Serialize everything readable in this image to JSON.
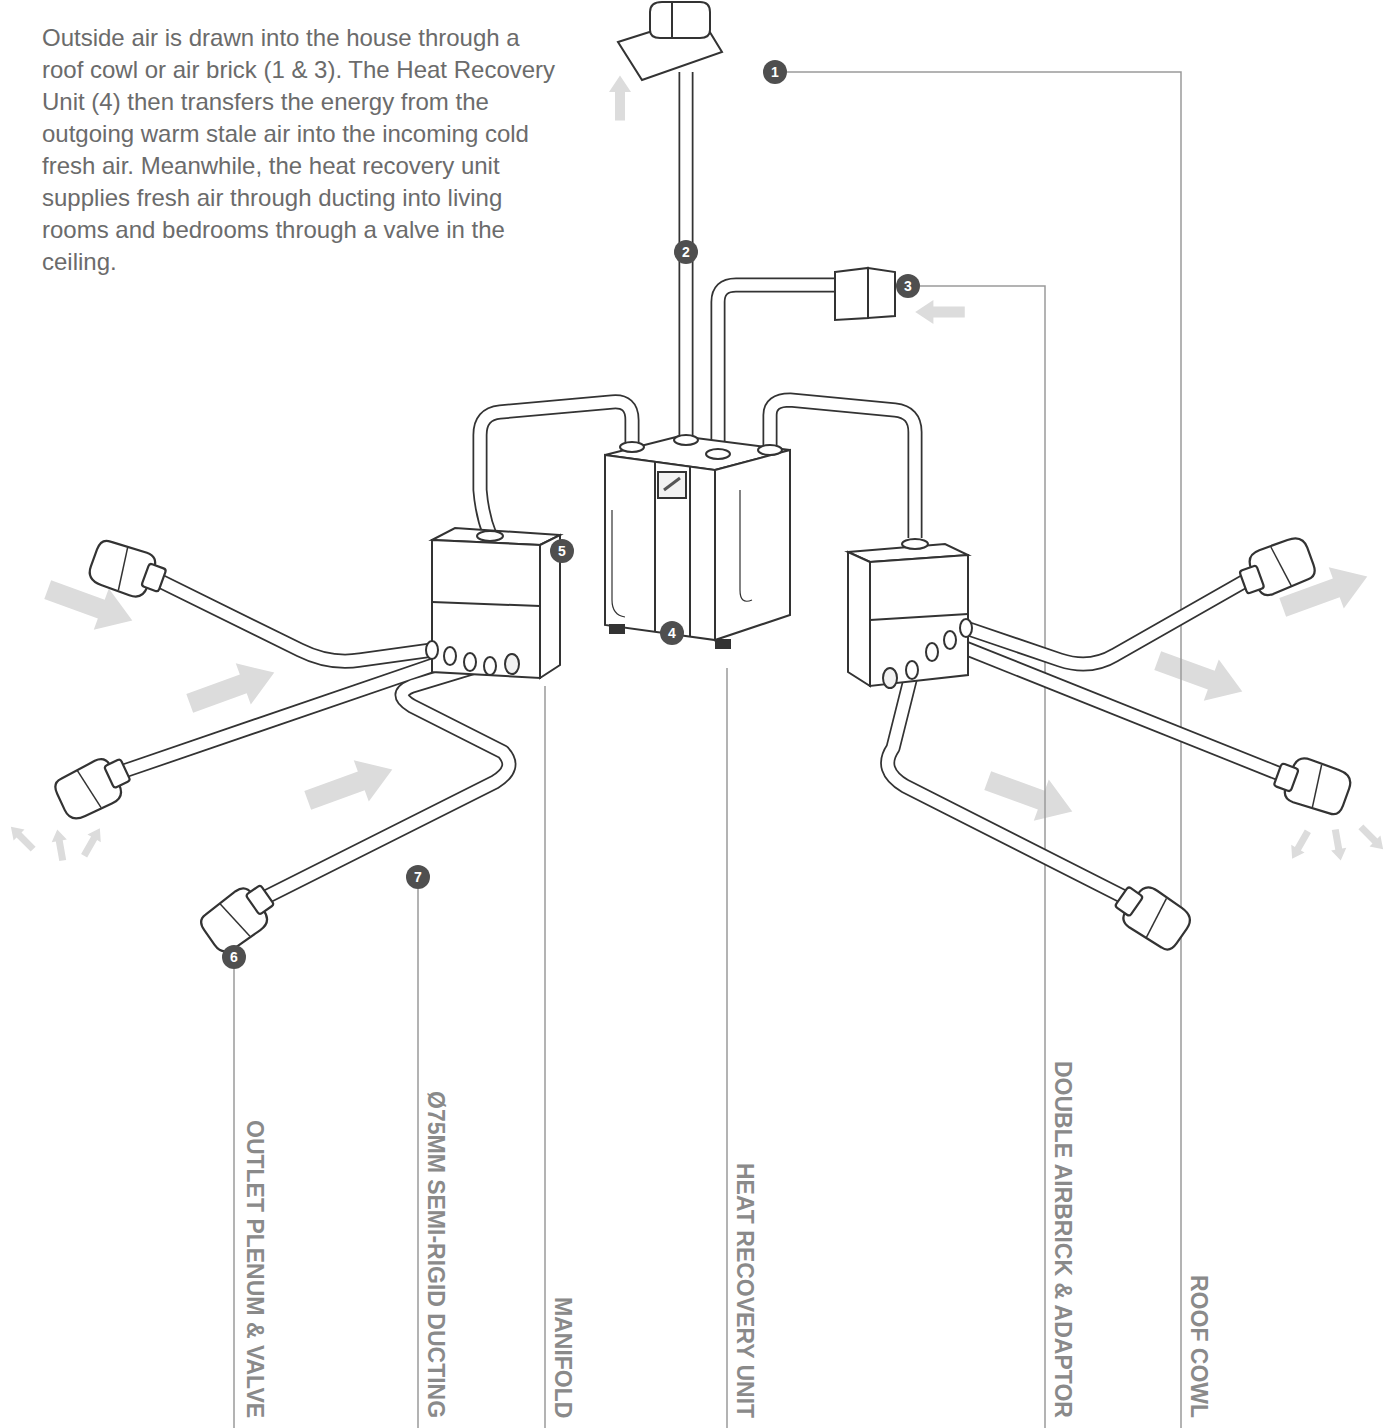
{
  "diagram": {
    "caption": "Outside air is drawn into the house through a roof cowl or air brick (1 & 3). The Heat Recovery Unit (4) then transfers the energy from the outgoing warm stale air into the incoming cold fresh air. Meanwhile, the heat recovery unit supplies fresh air through ducting into living rooms and bedrooms through a valve in the ceiling.",
    "nodes": [
      {
        "text": [
          "1"
        ]
      },
      {
        "text": [
          "2"
        ]
      },
      {
        "text": [
          "3"
        ]
      },
      {
        "text": [
          "4"
        ]
      },
      {
        "text": [
          "5"
        ]
      },
      {
        "text": [
          "6"
        ]
      },
      {
        "text": [
          "7"
        ]
      }
    ],
    "labels": [
      "OUTLET PLENUM & VALVE",
      "Ø75MM SEMI-RIGID DUCTING",
      "MANIFOLD",
      "HEAT RECOVERY UNIT",
      "DOUBLE AIRBRICK & ADAPTOR",
      "ROOF COWL"
    ]
  }
}
